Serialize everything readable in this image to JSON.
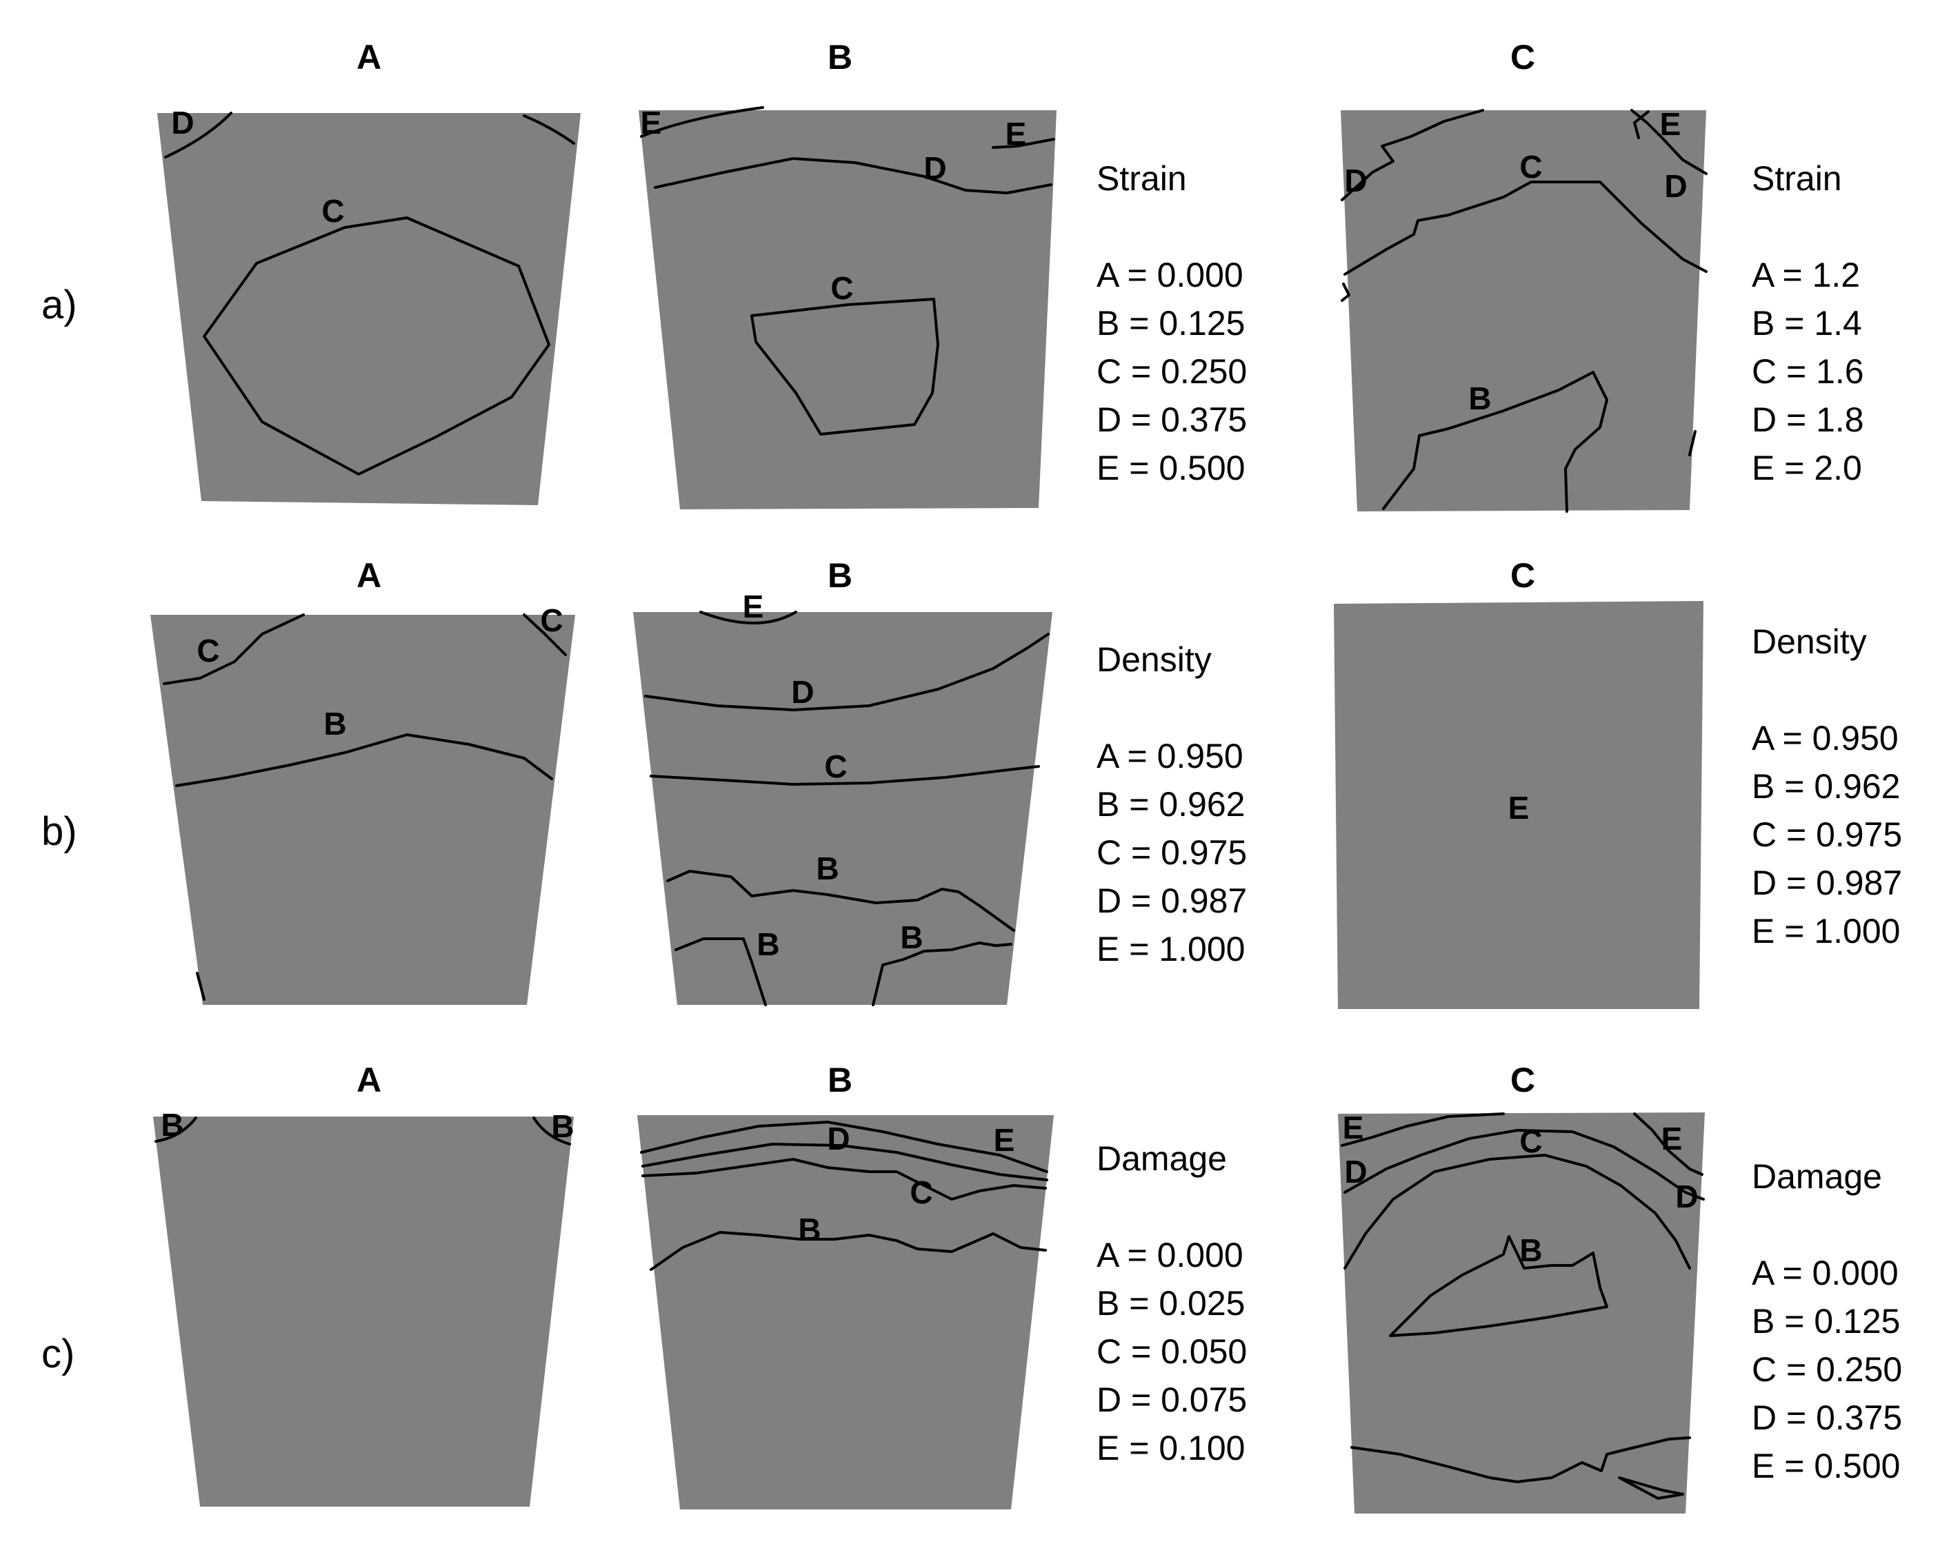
{
  "figure": {
    "columns": [
      "A",
      "B",
      "C"
    ],
    "rows": [
      {
        "label": "a)",
        "legends": [
          {
            "title": "Strain",
            "entries": [
              "A = 0.000",
              "B = 0.125",
              "C = 0.250",
              "D = 0.375",
              "E = 0.500"
            ]
          },
          {
            "title": "Strain",
            "entries": [
              "A = 1.2",
              "B = 1.4",
              "C = 1.6",
              "D = 1.8",
              "E = 2.0"
            ]
          }
        ],
        "panels": [
          {
            "labels": [
              "D",
              "C"
            ]
          },
          {
            "labels": [
              "E",
              "E",
              "D",
              "C"
            ]
          },
          {
            "labels": [
              "E",
              "D",
              "C",
              "D",
              "B"
            ]
          }
        ]
      },
      {
        "label": "b)",
        "legends": [
          {
            "title": "Density",
            "entries": [
              "A = 0.950",
              "B = 0.962",
              "C = 0.975",
              "D = 0.987",
              "E = 1.000"
            ]
          },
          {
            "title": "Density",
            "entries": [
              "A = 0.950",
              "B = 0.962",
              "C = 0.975",
              "D = 0.987",
              "E = 1.000"
            ]
          }
        ],
        "panels": [
          {
            "labels": [
              "C",
              "C",
              "B"
            ]
          },
          {
            "labels": [
              "E",
              "D",
              "C",
              "B",
              "B",
              "B"
            ]
          },
          {
            "labels": [
              "E"
            ]
          }
        ]
      },
      {
        "label": "c)",
        "legends": [
          {
            "title": "Damage",
            "entries": [
              "A = 0.000",
              "B = 0.025",
              "C = 0.050",
              "D = 0.075",
              "E = 0.100"
            ]
          },
          {
            "title": "Damage",
            "entries": [
              "A = 0.000",
              "B = 0.125",
              "C = 0.250",
              "D = 0.375",
              "E = 0.500"
            ]
          }
        ],
        "panels": [
          {
            "labels": [
              "B",
              "B"
            ]
          },
          {
            "labels": [
              "D",
              "E",
              "C",
              "B"
            ]
          },
          {
            "labels": [
              "E",
              "D",
              "C",
              "E",
              "D",
              "B"
            ]
          }
        ]
      }
    ]
  }
}
